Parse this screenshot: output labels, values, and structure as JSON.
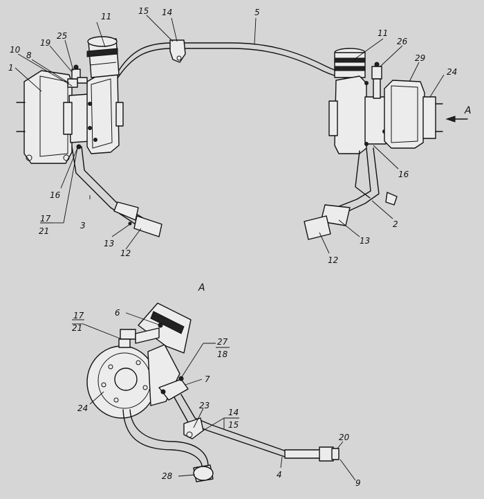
{
  "view_label": "A",
  "arrow_label": "A",
  "labels": {
    "n1": "1",
    "n2": "2",
    "n3": "3",
    "n4": "4",
    "n5": "5",
    "n6": "6",
    "n7": "7",
    "n8": "8",
    "n9": "9",
    "n10": "10",
    "n11a": "11",
    "n11b": "11",
    "n12a": "12",
    "n12b": "12",
    "n13a": "13",
    "n13b": "13",
    "n14a": "14",
    "n14b": "14",
    "n15a": "15",
    "n15b": "15",
    "n16a": "16",
    "n16b": "16",
    "n17a": "17",
    "n21a": "21",
    "n17b": "17",
    "n21b": "21",
    "n18": "18",
    "n19": "19",
    "n20": "20",
    "n23": "23",
    "n24a": "24",
    "n24b": "24",
    "n25": "25",
    "n26": "26",
    "n27": "27",
    "n28": "28",
    "n29": "29"
  }
}
